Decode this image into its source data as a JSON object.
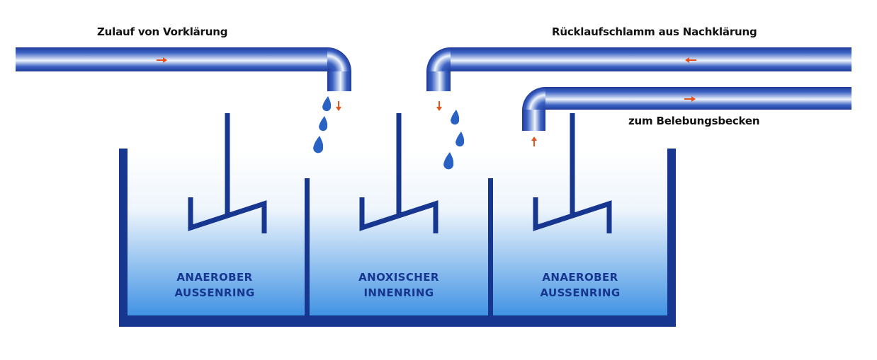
{
  "labels": {
    "inflow": "Zulauf von Vorklärung",
    "return_sludge": "Rücklaufschlamm aus Nachklärung",
    "to_aeration": "zum Belebungsbecken"
  },
  "chambers": [
    {
      "line1": "ANAEROBER",
      "line2": "AUSSENRING"
    },
    {
      "line1": "ANOXISCHER",
      "line2": "INNENRING"
    },
    {
      "line1": "ANAEROBER",
      "line2": "AUSSENRING"
    }
  ],
  "colors": {
    "tank": "#16368f",
    "water_top": "#ffffff",
    "water_bottom": "#2e86e0",
    "pipe_edge": "#223e9c",
    "pipe_light": "#e8f1fb",
    "flow_arrow": "#e8531b",
    "drop": "#2a62c4"
  },
  "icons": {
    "drop": "water-drop-icon",
    "arrow": "flow-arrow-icon",
    "stirrer": "stirrer-icon"
  }
}
